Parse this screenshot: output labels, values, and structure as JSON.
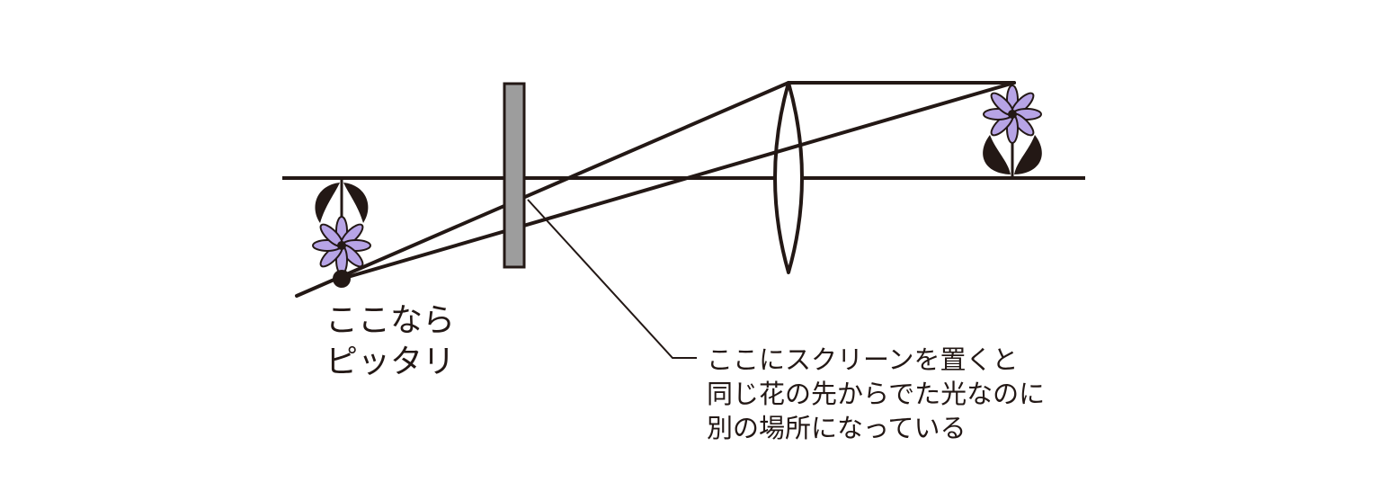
{
  "annotations": {
    "image_point": [
      "ここなら",
      "ピッタリ"
    ],
    "screen": [
      "ここにスクリーンを置くと",
      "同じ花の先からでた光なのに",
      "別の場所になっている"
    ]
  },
  "colors": {
    "line": "#231815",
    "petal": "#b7a4e6",
    "leaf": "#231815",
    "screen_fill": "#9d9d9d",
    "background": "#ffffff"
  },
  "icons": {
    "object": "flower-icon",
    "image": "inverted-flower-icon",
    "focus_point": "focus-dot-icon"
  }
}
